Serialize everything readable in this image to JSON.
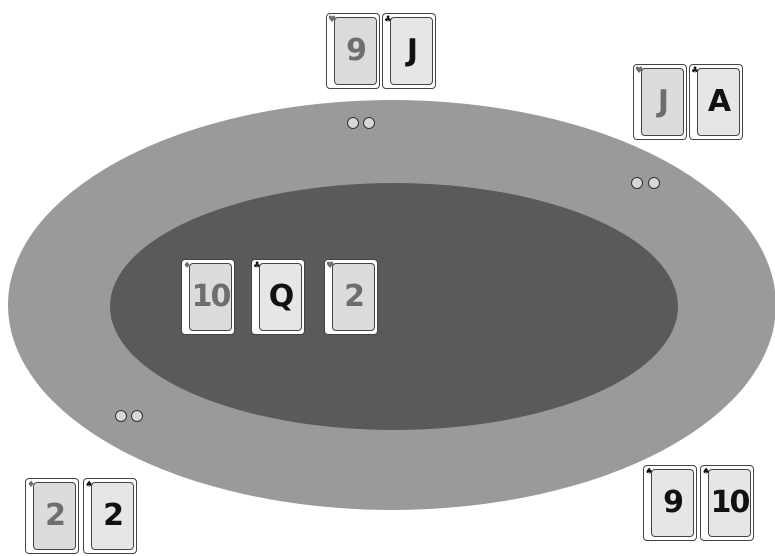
{
  "players": [
    {
      "seat": "top",
      "cards": [
        {
          "rank": "9",
          "suit": "♥",
          "color": "red"
        },
        {
          "rank": "J",
          "suit": "♣",
          "color": "black"
        }
      ]
    },
    {
      "seat": "top-right",
      "cards": [
        {
          "rank": "J",
          "suit": "♥",
          "color": "red"
        },
        {
          "rank": "A",
          "suit": "♣",
          "color": "black"
        }
      ]
    },
    {
      "seat": "bottom-right",
      "cards": [
        {
          "rank": "9",
          "suit": "♠",
          "color": "black"
        },
        {
          "rank": "10",
          "suit": "♠",
          "color": "black"
        }
      ]
    },
    {
      "seat": "bottom-left",
      "cards": [
        {
          "rank": "2",
          "suit": "♦",
          "color": "red"
        },
        {
          "rank": "2",
          "suit": "♠",
          "color": "black"
        }
      ]
    }
  ],
  "board": [
    {
      "rank": "10",
      "suit": "♦",
      "color": "red"
    },
    {
      "rank": "Q",
      "suit": "♣",
      "color": "black"
    },
    {
      "rank": "2",
      "suit": "♥",
      "color": "red"
    }
  ],
  "colors": {
    "table_felt": "#5a5a5a",
    "table_rail": "#9a9a9a",
    "card_red": "#6e6e6e",
    "card_black": "#111111"
  }
}
